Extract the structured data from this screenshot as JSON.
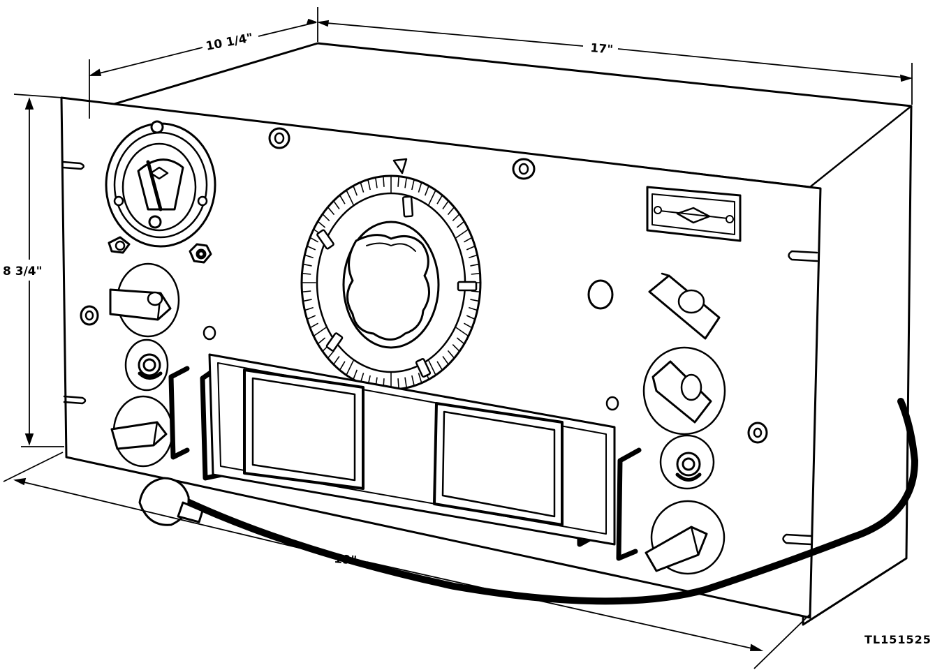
{
  "dimensions": {
    "depth": "10 1/4\"",
    "width_chassis": "17\"",
    "height": "8 3/4\"",
    "width_panel": "19\""
  },
  "figure_code": "TL151525",
  "colors": {
    "ink": "#000000",
    "paper": "#ffffff"
  }
}
